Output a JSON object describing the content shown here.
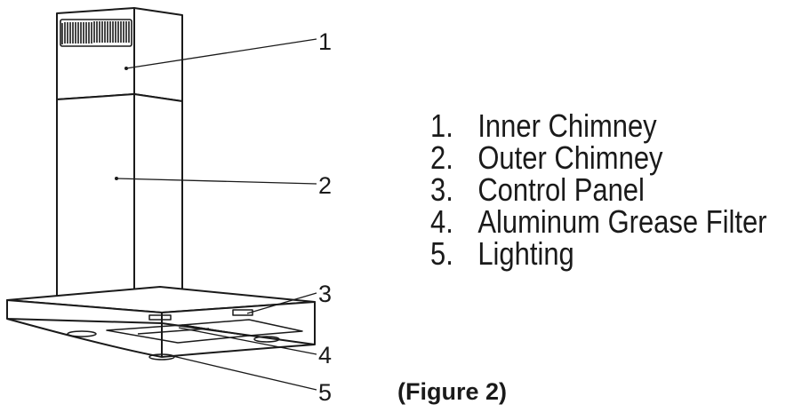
{
  "callouts": [
    "1",
    "2",
    "3",
    "4",
    "5"
  ],
  "legend": [
    {
      "num": "1.",
      "label": "Inner Chimney"
    },
    {
      "num": "2.",
      "label": "Outer Chimney"
    },
    {
      "num": "3.",
      "label": "Control Panel"
    },
    {
      "num": "4.",
      "label": "Aluminum Grease Filter"
    },
    {
      "num": "5.",
      "label": "Lighting"
    }
  ],
  "caption": "(Figure 2)"
}
